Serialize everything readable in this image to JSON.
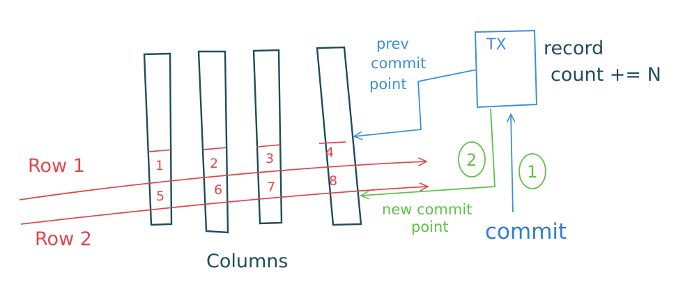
{
  "colors": {
    "column": "#1e4d5c",
    "row": "#e2474b",
    "prev": "#3d8ee0",
    "new": "#5cc24a",
    "commit": "#2f7fd8"
  },
  "tx_box": {
    "label": "TX"
  },
  "record_note": {
    "line1": "record",
    "line2": "count += N"
  },
  "prev_commit": {
    "line1": "prev",
    "line2": "commit",
    "line3": "point"
  },
  "new_commit": {
    "line1": "new commit",
    "line2": "point"
  },
  "commit_label": "commit",
  "columns_label": "Columns",
  "rows": [
    {
      "label": "Row 1",
      "cells": [
        "1",
        "2",
        "3",
        "4"
      ]
    },
    {
      "label": "Row 2",
      "cells": [
        "5",
        "6",
        "7",
        "8"
      ]
    }
  ],
  "steps": {
    "step1": "1",
    "step2": "2"
  }
}
